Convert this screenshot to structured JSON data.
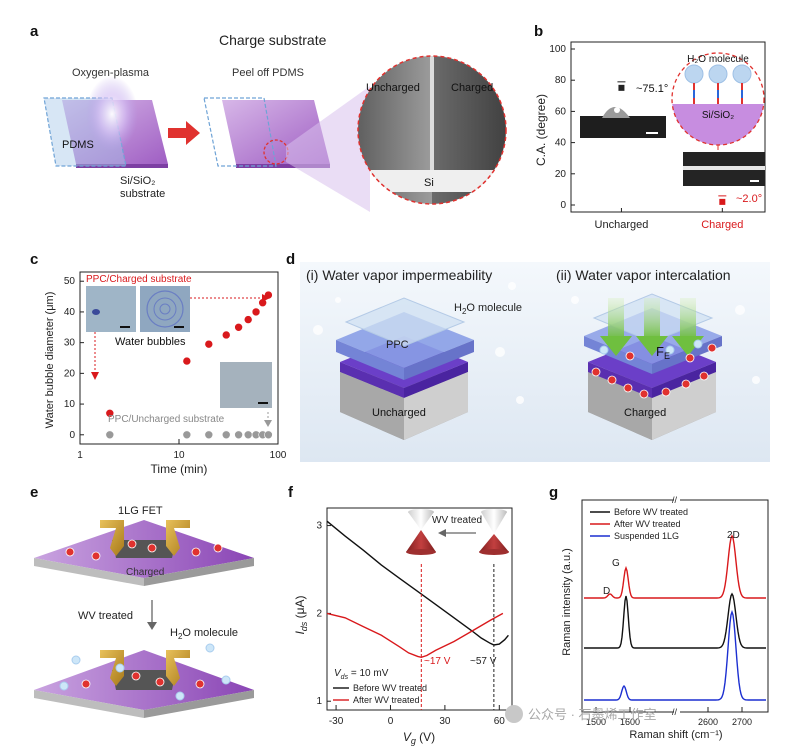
{
  "panel_letters": {
    "a": "a",
    "b": "b",
    "c": "c",
    "d": "d",
    "e": "e",
    "f": "f",
    "g": "g"
  },
  "panel_a": {
    "title": "Charge substrate",
    "step1": "Oxygen-plasma",
    "step2": "Peel off PDMS",
    "pdms": "PDMS",
    "substrate_line1": "Si/SiO₂",
    "substrate_line2": "substrate",
    "zoom_left": "Uncharged",
    "zoom_right": "Charged",
    "zoom_bottom": "Si"
  },
  "panel_b": {
    "ylabel": "C.A. (degree)",
    "inset_title": "H₂O molecule",
    "inset_sub": "Si/SiO₂",
    "label_uncharged_value": "~75.1°",
    "label_charged_value": "~2.0°",
    "colors": {
      "uncharged": "#222222",
      "charged": "#d9191c"
    }
  },
  "panel_c": {
    "xlabel": "Time (min)",
    "ylabel": "Water bubble diameter (μm)",
    "label_charged": "PPC/Charged substrate",
    "label_uncharged": "PPC/Uncharged substrate",
    "inset_caption": "Water bubbles"
  },
  "panel_d": {
    "title_i": "(i) Water vapor impermeability",
    "title_ii": "(ii) Water vapor intercalation",
    "h2o": "H₂O molecule",
    "ppc": "PPC",
    "uncharged": "Uncharged",
    "charged": "Charged",
    "force": "F",
    "force_sub": "E"
  },
  "panel_e": {
    "device": "1LG FET",
    "charged": "Charged",
    "step": "WV treated",
    "h2o": "H₂O molecule"
  },
  "panel_f": {
    "xlabel": "V",
    "xlabel_sub": "g",
    "xlabel_unit": " (V)",
    "ylabel": "I",
    "ylabel_sub": "ds",
    "ylabel_unit": " (μA)",
    "vds_label": "V",
    "vds_sub": "ds",
    "vds_value": " = 10 mV",
    "cone_label": "WV treated",
    "dirac_after": "~17 V",
    "dirac_before": "~57 V",
    "watermark": "公众号 · 石墨烯工作室"
  },
  "panel_g": {
    "xlabel": "Raman shift (cm⁻¹)",
    "ylabel": "Raman intensity (a.u.)",
    "peak_g": "G",
    "peak_d": "D",
    "peak_2d": "2D"
  },
  "chart_data": [
    {
      "type": "scatter",
      "ylabel": "C.A. (degree)",
      "categories": [
        "Uncharged",
        "Charged"
      ],
      "values": [
        75.1,
        2.0
      ],
      "ylim": [
        0,
        100
      ],
      "yticks": [
        0,
        20,
        40,
        60,
        80,
        100
      ]
    },
    {
      "type": "scatter",
      "xlabel": "Time (min)",
      "ylabel": "Water bubble diameter (μm)",
      "xscale": "log",
      "xlim": [
        1,
        100
      ],
      "ylim": [
        -3,
        53
      ],
      "xticks": [
        1,
        10,
        100
      ],
      "yticks": [
        0,
        10,
        20,
        30,
        40,
        50
      ],
      "series": [
        {
          "name": "PPC/Charged substrate",
          "color": "#d9191c",
          "x": [
            2,
            12,
            20,
            30,
            40,
            50,
            60,
            70,
            80
          ],
          "y": [
            7,
            24,
            29.5,
            32.5,
            35,
            37.5,
            40,
            43,
            45.5
          ]
        },
        {
          "name": "PPC/Uncharged substrate",
          "color": "#999999",
          "x": [
            2,
            12,
            20,
            30,
            40,
            50,
            60,
            70,
            80
          ],
          "y": [
            0,
            0,
            0,
            0,
            0,
            0,
            0,
            0,
            0
          ]
        }
      ]
    },
    {
      "type": "line",
      "xlabel": "Vg (V)",
      "ylabel": "Ids (μA)",
      "xlim": [
        -35,
        67
      ],
      "ylim": [
        0.9,
        3.2
      ],
      "xticks": [
        -30,
        0,
        30,
        60
      ],
      "yticks": [
        1,
        2,
        3
      ],
      "series": [
        {
          "name": "Before WV treated",
          "color": "#111111",
          "x": [
            -35,
            -25,
            -15,
            -5,
            5,
            15,
            25,
            35,
            45,
            50,
            55,
            57,
            60,
            63,
            65
          ],
          "y": [
            3.05,
            2.88,
            2.72,
            2.55,
            2.4,
            2.25,
            2.1,
            1.95,
            1.8,
            1.72,
            1.66,
            1.64,
            1.65,
            1.7,
            1.75
          ]
        },
        {
          "name": "After WV treated",
          "color": "#d9191c",
          "x": [
            -35,
            -25,
            -15,
            -5,
            5,
            10,
            15,
            17,
            20,
            25,
            35,
            45,
            55,
            62
          ],
          "y": [
            2.0,
            1.95,
            1.85,
            1.75,
            1.62,
            1.55,
            1.51,
            1.5,
            1.52,
            1.58,
            1.68,
            1.8,
            1.92,
            2.0
          ]
        }
      ],
      "annotations": [
        "~17 V",
        "~57 V",
        "Vds = 10 mV"
      ]
    },
    {
      "type": "line",
      "xlabel": "Raman shift (cm⁻¹)",
      "ylabel": "Raman intensity (a.u.)",
      "xticks": [
        1500,
        1600,
        2600,
        2700
      ],
      "series": [
        {
          "name": "Before WV treated",
          "color": "#111111"
        },
        {
          "name": "After WV treated",
          "color": "#d9191c"
        },
        {
          "name": "Suspended 1LG",
          "color": "#1c2fd1"
        }
      ]
    }
  ]
}
